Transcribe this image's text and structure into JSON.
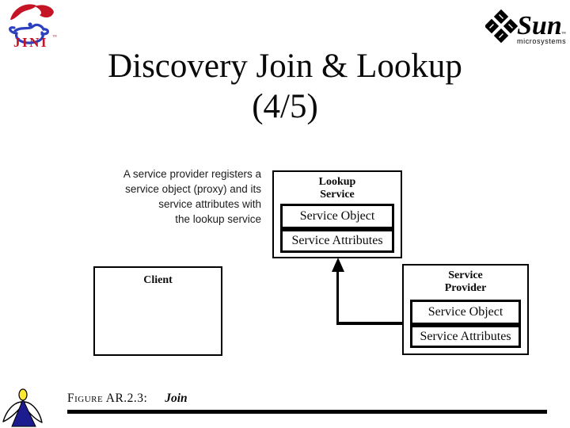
{
  "colors": {
    "jini_red": "#c41425",
    "jini_blue": "#2b3fbf",
    "sun_black": "#000000",
    "angel_yellow": "#ffe733",
    "angel_navy": "#1c1c8f",
    "ink": "#000000",
    "background": "#ffffff"
  },
  "logos": {
    "jini_text": "JINI",
    "jini_tm": "™",
    "sun_text": "Sun",
    "sun_tm": "™",
    "sun_subtext": "microsystems"
  },
  "title": {
    "line1": "Discovery Join & Lookup",
    "line2": "(4/5)"
  },
  "description": {
    "lines": [
      "A service provider registers a",
      "service object (proxy) and its",
      "service attributes with",
      "the lookup service"
    ]
  },
  "diagram": {
    "lookup_service": {
      "title_line1": "Lookup",
      "title_line2": "Service",
      "items": [
        "Service Object",
        "Service Attributes"
      ]
    },
    "client": {
      "title": "Client"
    },
    "service_provider": {
      "title_line1": "Service",
      "title_line2": "Provider",
      "items": [
        "Service Object",
        "Service Attributes"
      ]
    }
  },
  "footer": {
    "figure_label": "Figure AR.2.3:",
    "figure_name": "Join"
  }
}
